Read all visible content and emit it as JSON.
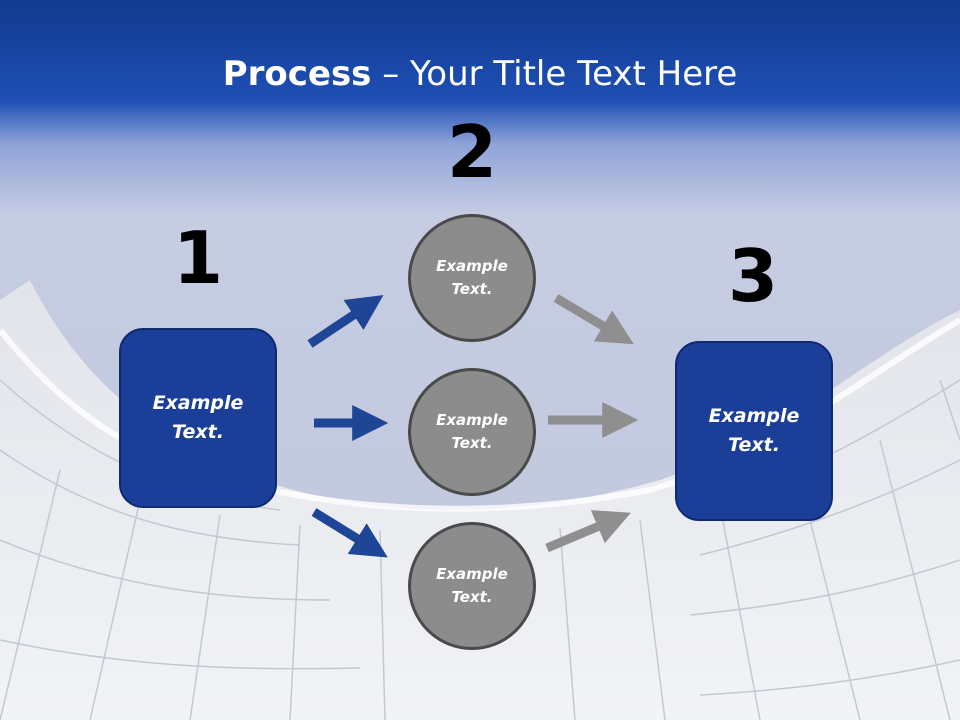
{
  "title": {
    "bold": "Process",
    "rest": " – Your Title Text Here"
  },
  "steps": {
    "one": "1",
    "two": "2",
    "three": "3"
  },
  "boxes": {
    "left": "Example Text.",
    "right": "Example Text."
  },
  "circles": {
    "top": "Example Text.",
    "middle": "Example Text.",
    "bottom": "Example Text."
  },
  "colors": {
    "banner": "#1d4aa8",
    "box": "#1b3f99",
    "arrow_in": "#1e4596",
    "arrow_out": "#8f8f8f",
    "circle": "#8c8c8c"
  }
}
